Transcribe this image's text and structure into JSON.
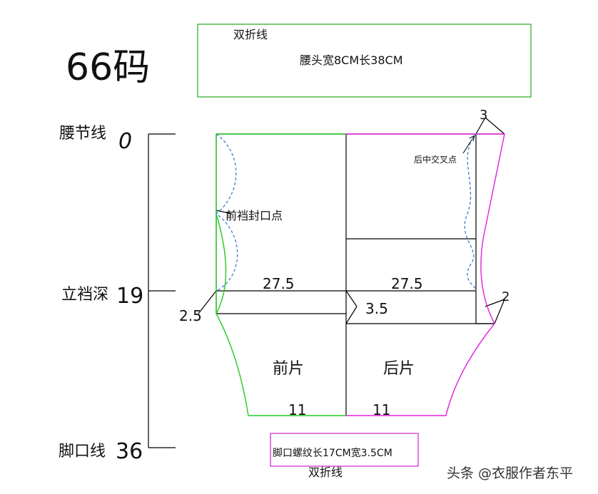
{
  "size_title": "66码",
  "waistband": {
    "fold_label": "双折线",
    "spec": "腰头宽8CM长38CM"
  },
  "ruler": {
    "waist_line": "腰节线",
    "waist_value": "0",
    "crotch_depth": "立裆深",
    "crotch_value": "19",
    "hem_line": "脚口线",
    "hem_value": "36"
  },
  "front": {
    "label": "前片",
    "crotch_seal_point": "前裆封口点",
    "hip_width": "27.5",
    "crotch_ext": "2.5",
    "hem_width": "11"
  },
  "back": {
    "label": "后片",
    "back_cross_point": "后中交叉点",
    "hip_width": "27.5",
    "crotch_ext": "2",
    "waist_raise": "3",
    "step": "3.5",
    "hem_width": "11"
  },
  "cuff": {
    "spec": "脚口螺纹长17CM宽3.5CM",
    "fold_label": "双折线"
  },
  "watermark": "头条 @衣服作者东平",
  "colors": {
    "front_outline": "#22cc22",
    "back_outline": "#e020e0",
    "waistband_box": "#22aa22",
    "cuff_box": "#d020d0",
    "dashed_curve": "#3a7fd5",
    "structure": "#000000"
  }
}
